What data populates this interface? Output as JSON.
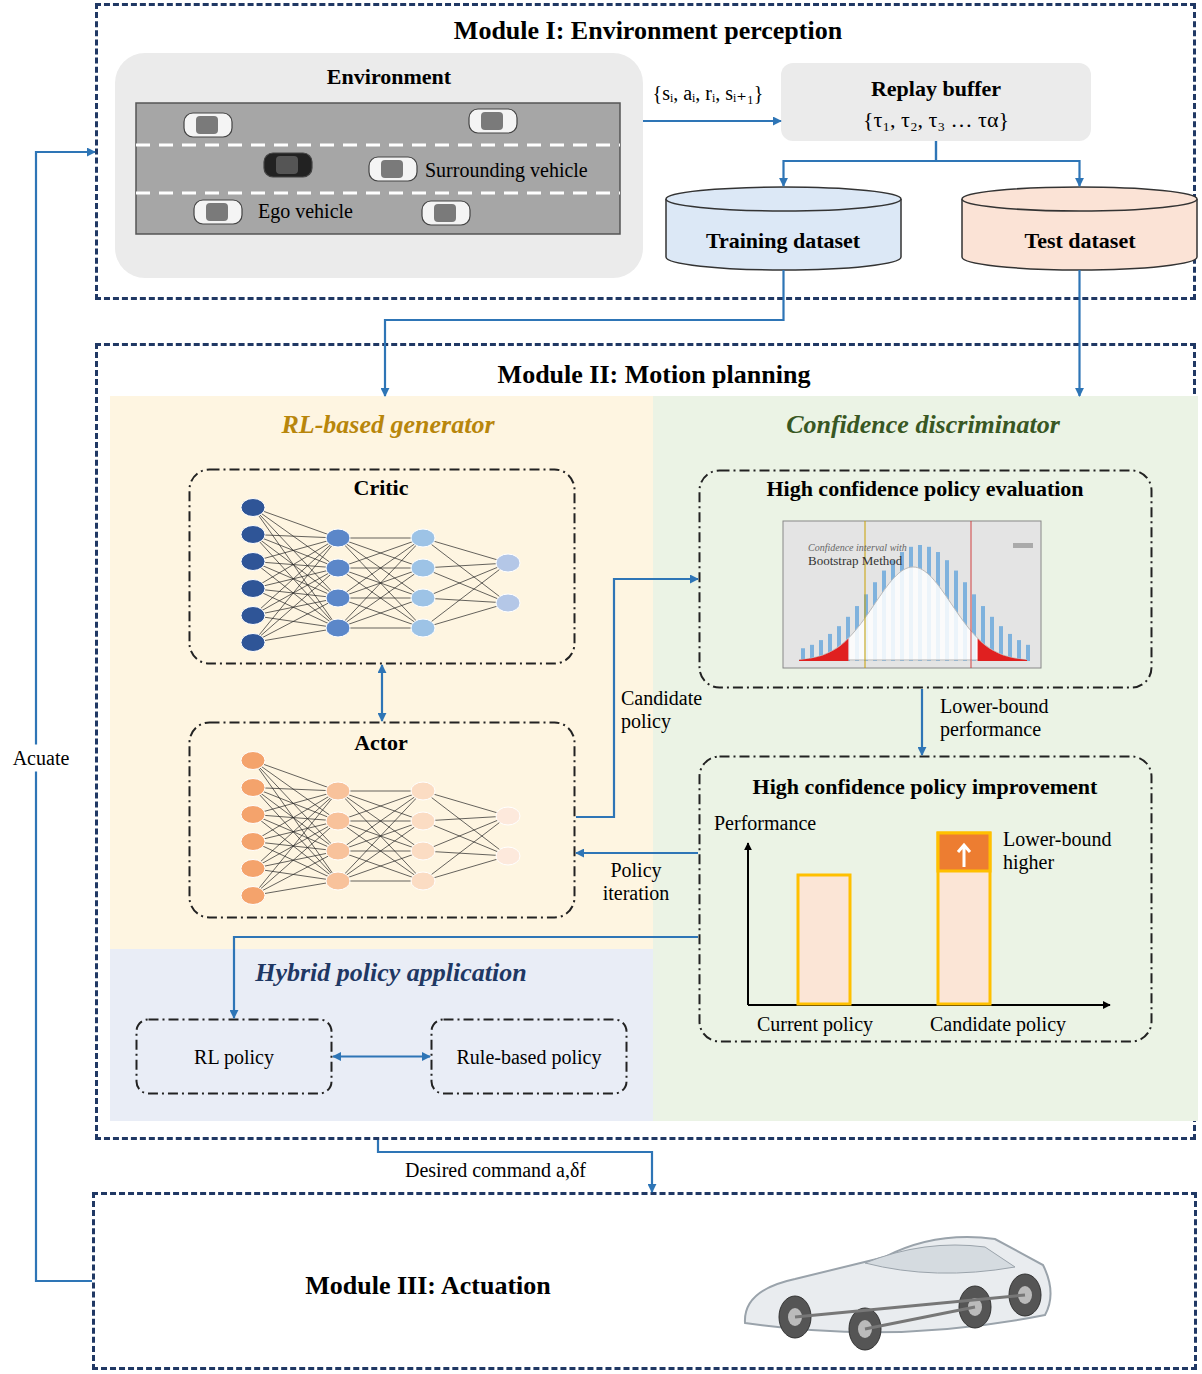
{
  "diagram": {
    "nodes": [
      {
        "text": [
          "Module I: Environment perception"
        ]
      },
      {
        "text": [
          "Environment"
        ],
        "in": 0
      },
      {
        "text": [
          "Replay buffer",
          "{τ₁, τ₂, τ₃ … τα}"
        ],
        "in": 0
      },
      {
        "text": [
          "Training dataset"
        ],
        "in": 0
      },
      {
        "text": [
          "Test dataset"
        ],
        "in": 0
      },
      {
        "text": [
          "Module II: Motion planning"
        ]
      },
      {
        "text": [
          "RL-based generator"
        ],
        "in": 5
      },
      {
        "text": [
          "Critic"
        ],
        "in": 6
      },
      {
        "text": [
          "Actor"
        ],
        "in": 6
      },
      {
        "text": [
          "Confidence discriminator"
        ],
        "in": 5
      },
      {
        "text": [
          "High confidence policy evaluation"
        ],
        "in": 9
      },
      {
        "text": [
          "High confidence policy improvement"
        ],
        "in": 9
      },
      {
        "text": [
          "Hybrid policy application"
        ],
        "in": 5
      },
      {
        "text": [
          "RL policy"
        ],
        "in": 12
      },
      {
        "text": [
          "Rule-based policy"
        ],
        "in": 12
      },
      {
        "text": [
          "Module III: Actuation"
        ]
      }
    ],
    "edges": [
      {
        "from": 1,
        "to": 2,
        "arrow": "to",
        "label": "{sᵢ, aᵢ, rᵢ, sᵢ₊₁}"
      },
      {
        "from": 2,
        "to": 3,
        "arrow": "to"
      },
      {
        "from": 2,
        "to": 4,
        "arrow": "to"
      },
      {
        "from": 3,
        "to": 6,
        "arrow": "to"
      },
      {
        "from": 4,
        "to": 9,
        "arrow": "to"
      },
      {
        "from": 7,
        "to": 8,
        "arrow": "both"
      },
      {
        "from": 8,
        "to": 10,
        "arrow": "to",
        "label": "Candidate policy"
      },
      {
        "from": 10,
        "to": 11,
        "arrow": "to",
        "label": "Lower-bound performance"
      },
      {
        "from": 11,
        "to": 8,
        "arrow": "to",
        "label": "Policy iteration"
      },
      {
        "from": 11,
        "to": 13,
        "arrow": "to"
      },
      {
        "from": 13,
        "to": 14,
        "arrow": "both"
      },
      {
        "from": 5,
        "to": 15,
        "arrow": "to",
        "label": "Desired command a,δf"
      },
      {
        "from": 15,
        "to": 0,
        "arrow": "to",
        "label": "Acuate"
      }
    ],
    "labels": [
      "Surrounding vehicle",
      "Ego vehicle",
      "Confidence interval with",
      "Bootstrap Method",
      "Performance",
      "Lower-bound higher",
      "Current policy",
      "Candidate policy"
    ]
  }
}
